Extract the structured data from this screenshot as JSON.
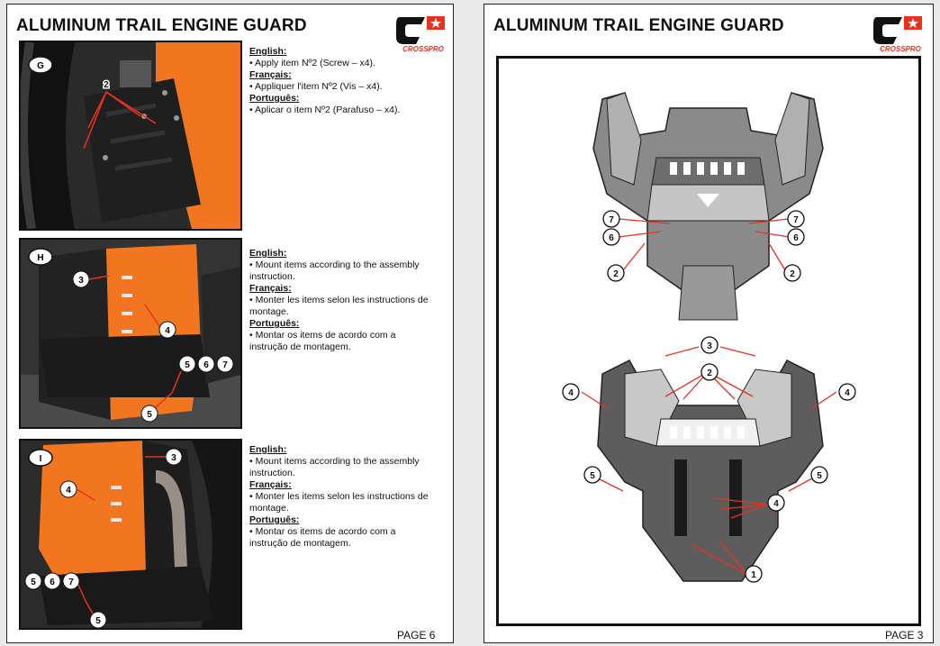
{
  "title": "ALUMINUM TRAIL ENGINE GUARD",
  "brand": "CROSSPRO",
  "left_page": {
    "page_label": "PAGE 6",
    "steps": [
      {
        "letter": "G",
        "callouts": [
          "2"
        ],
        "english_heading": "English:",
        "english": "• Apply item Nº2 (Screw – x4).",
        "french_heading": "Français:",
        "french": "• Appliquer l'item Nº2 (Vis – x4).",
        "portuguese_heading": "Português:",
        "portuguese": "• Aplicar o item Nº2 (Parafuso – x4)."
      },
      {
        "letter": "H",
        "callouts": [
          "3",
          "4",
          "5",
          "6",
          "7",
          "5"
        ],
        "english_heading": "English:",
        "english_1": "• Mount items according to the assembly",
        "english_2": "instruction.",
        "french_heading": "Français:",
        "french_1": "• Monter les items selon les instructions de",
        "french_2": "montage.",
        "portuguese_heading": "Português:",
        "portuguese_1": "• Montar os items de acordo com a",
        "portuguese_2": "instrução de montagem."
      },
      {
        "letter": "I",
        "callouts": [
          "3",
          "4",
          "5",
          "6",
          "7",
          "5"
        ],
        "english_heading": "English:",
        "english_1": "• Mount items according to the assembly",
        "english_2": "instruction.",
        "french_heading": "Français:",
        "french_1": "• Monter les items selon les instructions de",
        "french_2": "montage.",
        "portuguese_heading": "Português:",
        "portuguese_1": "• Montar os items de acordo com a",
        "portuguese_2": "instrução de montagem."
      }
    ]
  },
  "right_page": {
    "page_label": "PAGE 3",
    "top_callouts": [
      "7",
      "6",
      "2",
      "7",
      "6",
      "2"
    ],
    "bottom_callouts": [
      "3",
      "2",
      "4",
      "4",
      "5",
      "5",
      "4",
      "1"
    ]
  },
  "colors": {
    "accent": "#e8321e",
    "orange": "#f2761f",
    "dark": "#1c1c1c"
  }
}
